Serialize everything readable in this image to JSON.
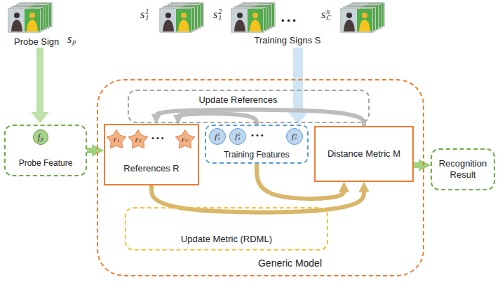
{
  "diagram": {
    "nodes": [
      {
        "text": [
          "Generic Model"
        ]
      },
      {
        "text": [
          "Probe Feature"
        ]
      },
      {
        "text": [
          "f",
          "p"
        ],
        "in": 1
      },
      {
        "text": [
          "References R"
        ],
        "in": 0
      },
      {
        "text": [
          "r",
          "1"
        ],
        "in": 3
      },
      {
        "text": [
          "r",
          "2"
        ],
        "in": 3
      },
      {
        "text": [
          "r",
          "C"
        ],
        "in": 3
      },
      {
        "text": [
          "Training Features"
        ],
        "in": 0
      },
      {
        "text": [
          "f",
          "1",
          "1"
        ],
        "in": 7
      },
      {
        "text": [
          "f",
          "1",
          "2"
        ],
        "in": 7
      },
      {
        "text": [
          "f",
          "C",
          "n"
        ],
        "in": 7
      },
      {
        "text": [
          "Distance Metric M"
        ],
        "in": 0
      },
      {
        "text": [
          "Update References"
        ],
        "in": 0
      },
      {
        "text": [
          "Update Metric (RDML)"
        ],
        "in": 0
      },
      {
        "text": [
          "Recognition Result"
        ]
      }
    ],
    "edges": [
      {
        "from": 1,
        "to": 3,
        "arrow": "to"
      },
      {
        "from": 11,
        "to": 14,
        "arrow": "to"
      },
      {
        "from": 11,
        "to": 3,
        "arrow": "to"
      },
      {
        "from": 7,
        "to": 3,
        "arrow": "to"
      },
      {
        "from": 3,
        "to": 11,
        "arrow": "to"
      },
      {
        "from": 7,
        "to": 11,
        "arrow": "to"
      }
    ],
    "labels": [
      "Probe Sign",
      "s",
      "p",
      "s",
      "1",
      "1",
      "s",
      "1",
      "2",
      "• • •",
      "s",
      "C",
      "n",
      "Training Signs S",
      "• • •",
      "• • •"
    ]
  }
}
